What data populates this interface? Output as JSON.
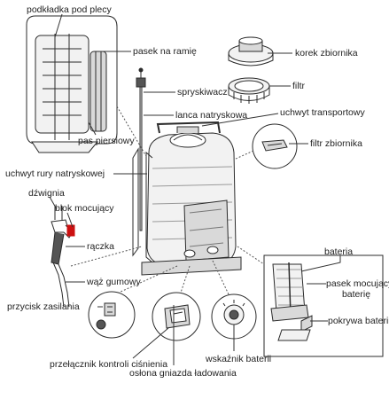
{
  "colors": {
    "line": "#2b2b2b",
    "leader": "#333333",
    "accent": "#cc1111",
    "fill_light": "#f2f2f2",
    "fill_mid": "#d9d9d9",
    "fill_dark": "#555555"
  },
  "labels": {
    "podkladka": "podkładka pod plecy",
    "pasek_ramie": "pasek na ramię",
    "korek": "korek zbiornika",
    "spryskiwacz": "spryskiwacz",
    "filtr": "filtr",
    "lanca": "lanca natryskowa",
    "uchwyt_transportowy": "uchwyt transportowy",
    "pas_piersiowy": "pas piersiowy",
    "filtr_zbiornika": "filtr zbiornika",
    "uchwyt_rury": "uchwyt rury natryskowej",
    "dzwignia": "dźwignia",
    "blok": "blok mocujący",
    "raczka": "rączka",
    "bateria": "bateria",
    "pasek_mocujacy_1": "pasek mocujący",
    "pasek_mocujacy_2": "baterię",
    "waz": "wąż gumowy",
    "pokrywa": "pokrywa baterii",
    "przycisk": "przycisk zasilania",
    "przelacznik": "przełącznik kontroli ciśnienia",
    "wskaznik": "wskaźnik baterii",
    "oslona": "osłona gniazda ładowania"
  }
}
